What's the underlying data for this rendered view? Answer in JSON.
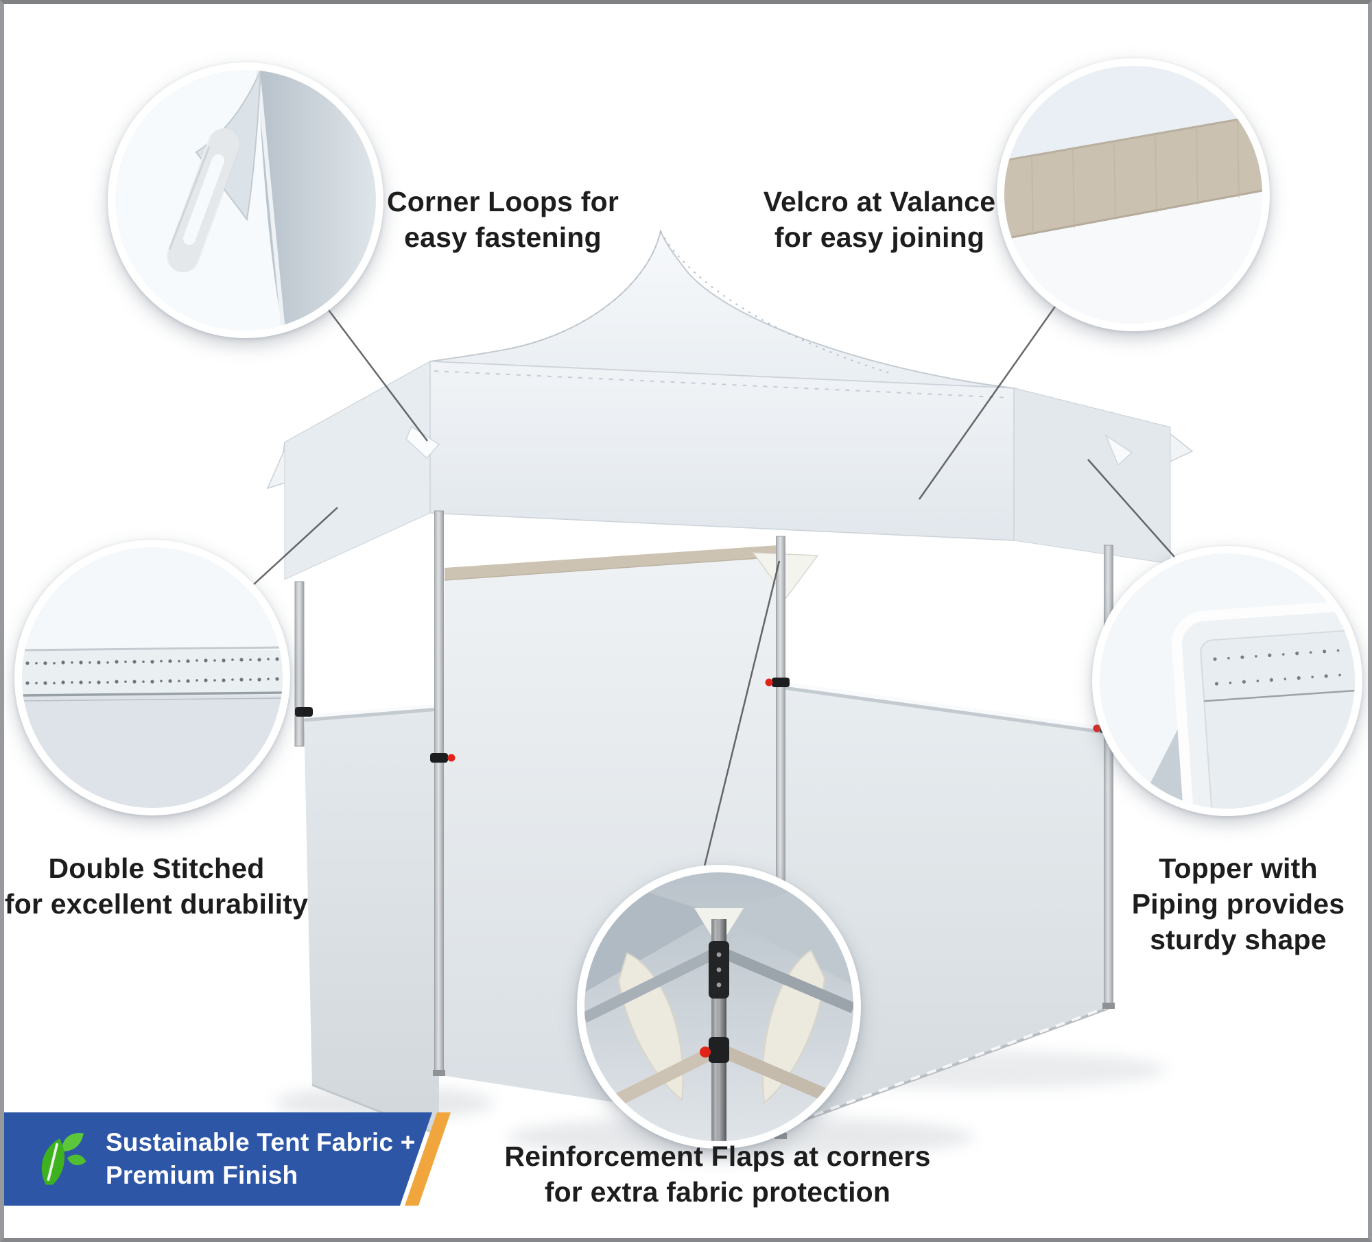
{
  "callouts": [
    {
      "id": "corner-loops",
      "lines": [
        "Corner Loops for",
        "easy fastening"
      ]
    },
    {
      "id": "velcro-valance",
      "lines": [
        "Velcro at Valance",
        "for easy joining"
      ]
    },
    {
      "id": "double-stitched",
      "lines": [
        "Double Stitched",
        "for excellent durability"
      ]
    },
    {
      "id": "topper-piping",
      "lines": [
        "Topper with",
        "Piping provides",
        "sturdy shape"
      ]
    },
    {
      "id": "reinforcement-flaps",
      "lines": [
        "Reinforcement Flaps at corners",
        "for extra fabric protection"
      ]
    }
  ],
  "banner": {
    "line1": "Sustainable Tent Fabric +",
    "line2": "Premium Finish",
    "icon": "leaf-icon"
  },
  "colors": {
    "banner_blue": "#2e56a7",
    "banner_yellow": "#f0a63c",
    "leaf_green": "#3eb11f",
    "leaf_green_light": "#5cc63d",
    "velcro_tan": "#cbc1b1",
    "clip_red": "#e2231a",
    "label_text": "#1d1d1d",
    "connector_line": "#4e4e4e",
    "page_border": "#8e9093"
  }
}
